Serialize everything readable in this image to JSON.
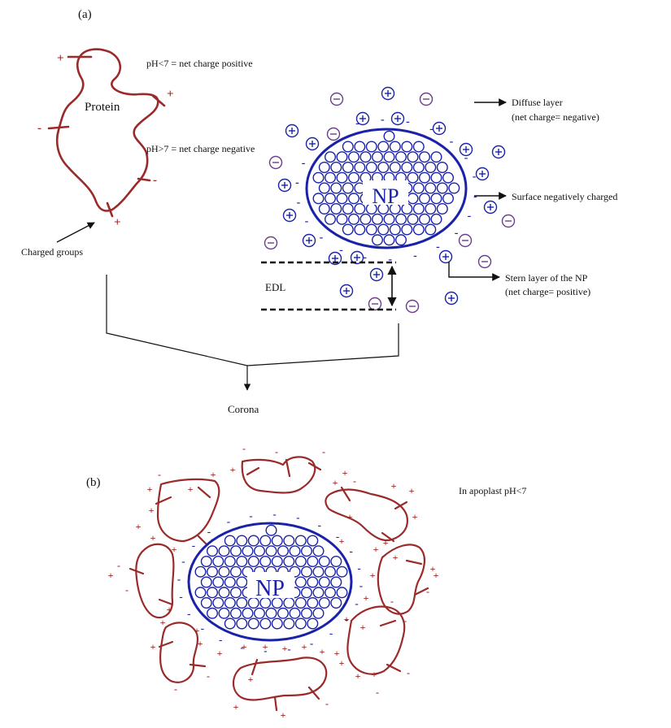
{
  "panel_a": {
    "label": "(a)",
    "protein_label": "Protein",
    "ph_low_text": "pH<7 = net charge positive",
    "ph_high_text": "pH>7 = net charge negative",
    "charged_groups_label": "Charged groups",
    "np_label": "NP",
    "diffuse_layer_line1": "Diffuse layer",
    "diffuse_layer_line2": "(net charge= negative)",
    "surface_label": "Surface negatively charged",
    "stern_line1": "Stern layer of the NP",
    "stern_line2": "(net charge= positive)",
    "edl_label": "EDL",
    "corona_label": "Corona"
  },
  "panel_b": {
    "label": "(b)",
    "np_label": "NP",
    "apoplast_text": "In apoplast pH<7"
  },
  "colors": {
    "protein": "#9b2a2a",
    "np": "#1a22a8",
    "ion": "#6b3d8a",
    "line": "#111111"
  }
}
